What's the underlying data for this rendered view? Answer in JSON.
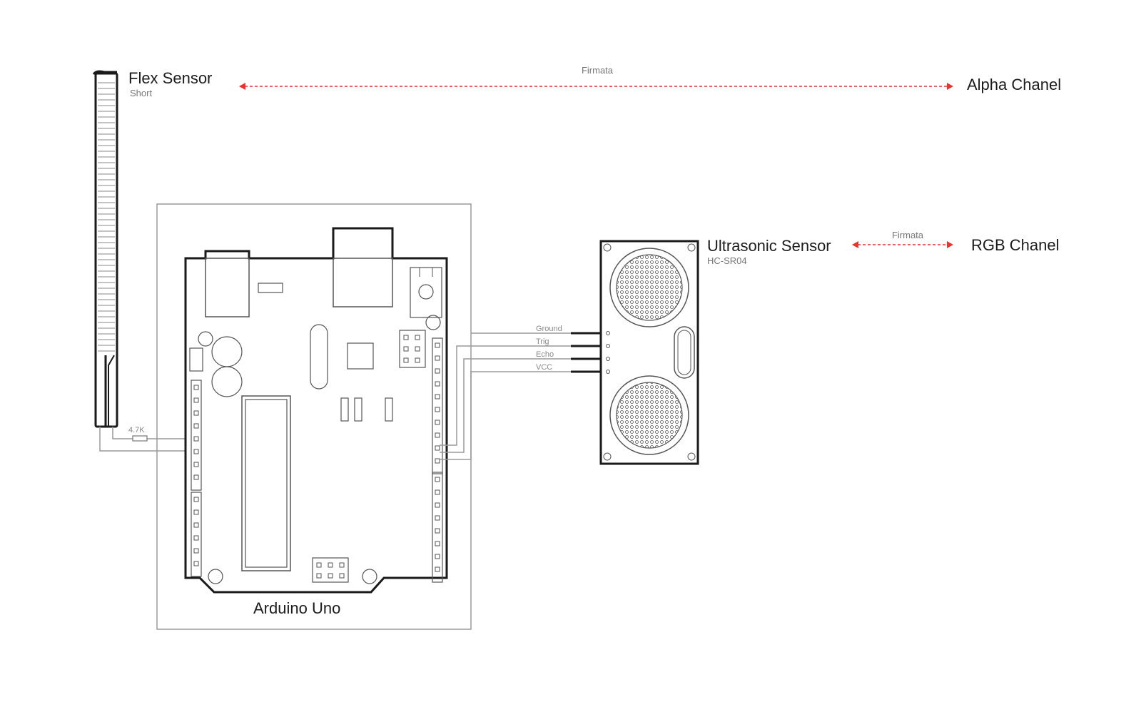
{
  "flex_sensor": {
    "title": "Flex Sensor",
    "subtitle": "Short"
  },
  "resistor": {
    "label": "4.7K"
  },
  "board": {
    "title": "Arduino Uno"
  },
  "ultrasonic": {
    "title": "Ultrasonic Sensor",
    "subtitle": "HC-SR04",
    "pins": [
      "Ground",
      "Trig",
      "Echo",
      "VCC"
    ]
  },
  "links": [
    {
      "protocol": "Firmata",
      "target": "Alpha Chanel"
    },
    {
      "protocol": "Firmata",
      "target": "RGB Chanel"
    }
  ],
  "colors": {
    "link": "#e8332f",
    "line": "#1a1a1a",
    "wire": "#8a8a8a"
  }
}
